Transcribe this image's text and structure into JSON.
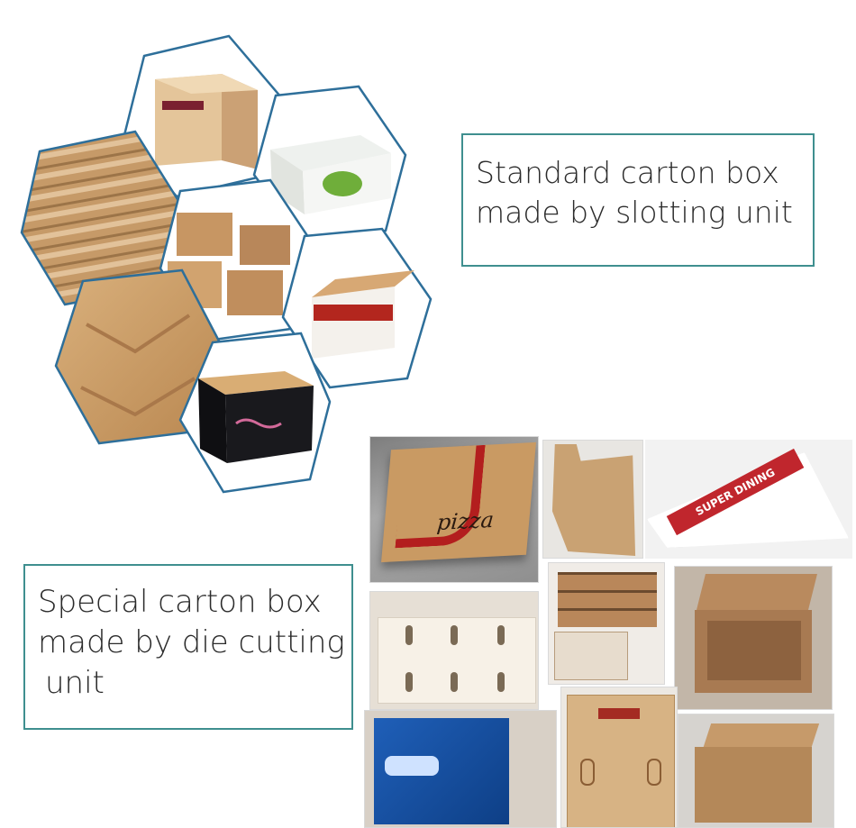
{
  "captions": {
    "standard": [
      "Standard carton box",
      "made by slotting unit"
    ],
    "special": [
      "Special carton box",
      "made by die cutting",
      "unit"
    ]
  },
  "photo_labels": {
    "pizza": "pizza",
    "super_dining": "SUPER DINING"
  },
  "colors": {
    "caption_border": "#3f8f8f",
    "hex_border": "#2e6f9a",
    "kraft": "#c99a63"
  }
}
